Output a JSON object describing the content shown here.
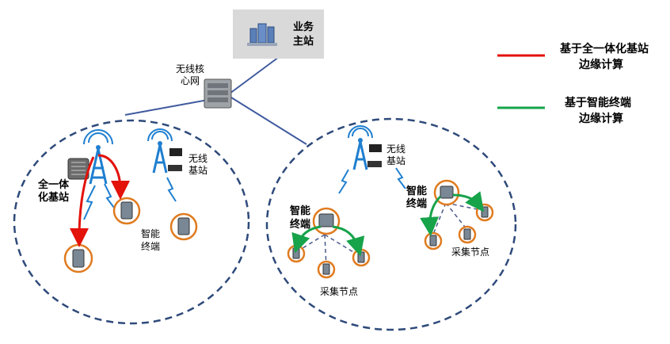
{
  "colors": {
    "link": "#3f5a9e",
    "cell_border": "#2e4a7a",
    "dash_line": "#4a5a8a",
    "red_arrow": "#e3120b",
    "green_arrow": "#16a34a",
    "orange_ring": "#e07b1f",
    "device": "#7a8794",
    "tower": "#1f7fd0",
    "station_bg": "#d9d9d9"
  },
  "labels": {
    "business_station_l1": "业务",
    "business_station_l2": "主站",
    "core_l1": "无线核",
    "core_l2": "心网",
    "base_left_l1": "无线",
    "base_left_l2": "基站",
    "integrated_l1": "全一体",
    "integrated_l2": "化基站",
    "terminal_left_l1": "智能",
    "terminal_left_l2": "终端",
    "base_right_l1": "无线",
    "base_right_l2": "基站",
    "terminal_mid_l1": "智能",
    "terminal_mid_l2": "终端",
    "terminal_right_l1": "智能",
    "terminal_right_l2": "终端",
    "collect_mid": "采集节点",
    "collect_right": "采集节点"
  },
  "legend": {
    "red_l1": "基于全一体化基站",
    "red_l2": "边缘计算",
    "green_l1": "基于智能终端",
    "green_l2": "边缘计算"
  },
  "icons": {
    "server": "server-rack-icon",
    "router": "core-router-icon",
    "tower": "wireless-tower-icon",
    "terminal": "smart-terminal-icon",
    "sensor": "collection-node-icon"
  }
}
